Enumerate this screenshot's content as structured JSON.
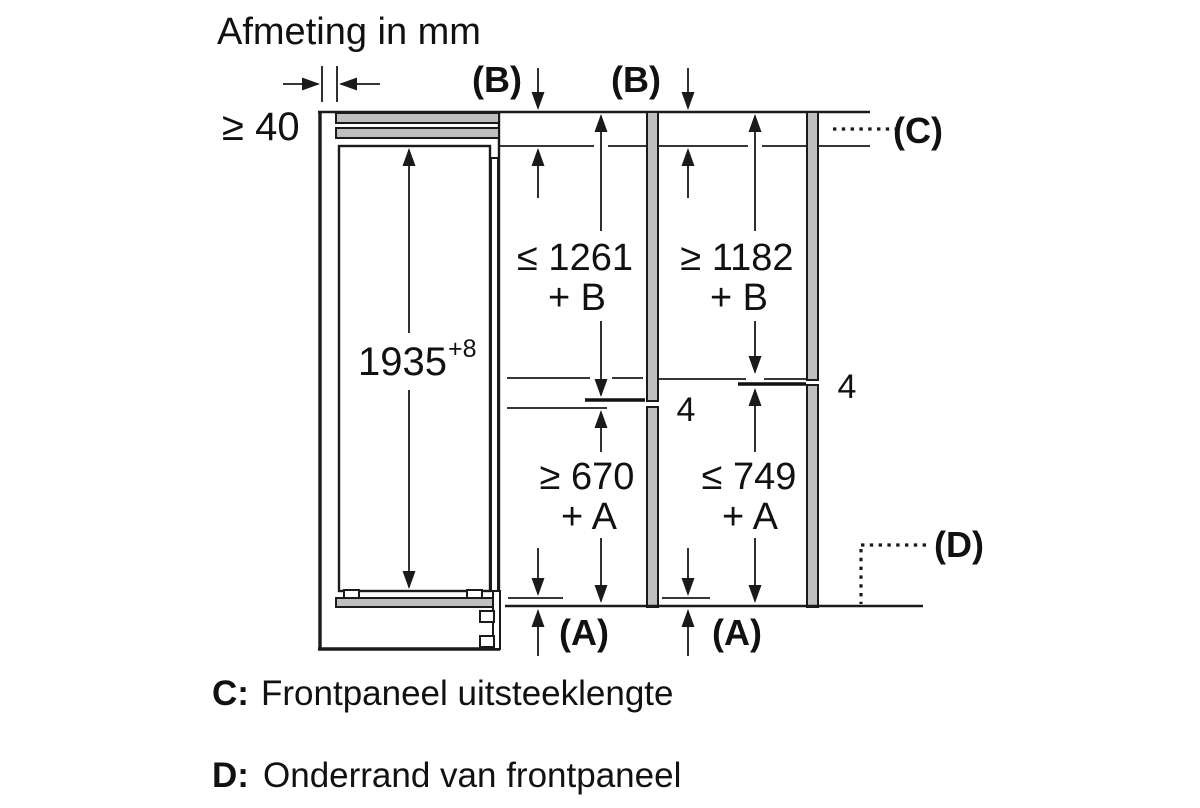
{
  "title": "Afmeting in mm",
  "labels": {
    "rear_clearance": "≥ 40",
    "b_left": "(B)",
    "b_right": "(B)",
    "c": "(C)",
    "d": "(D)",
    "a_left": "(A)",
    "a_right": "(A)",
    "gap_left": "4",
    "gap_right": "4"
  },
  "dimensions": {
    "niche_height": "1935",
    "niche_height_tol": "+8",
    "left_top_max": "≤ 1261",
    "left_top_suffix": "+ B",
    "right_top_min": "≥ 1182",
    "right_top_suffix": "+ B",
    "left_bottom_min": "≥ 670",
    "left_bottom_suffix": "+ A",
    "right_bottom_max": "≤ 749",
    "right_bottom_suffix": "+ A"
  },
  "notes": {
    "c_key": "C:",
    "c_text": "Frontpaneel uitsteeklengte",
    "d_key": "D:",
    "d_text": "Onderrand van frontpaneel"
  },
  "colors": {
    "line": "#1a1a1a",
    "panel_fill": "#bfbfbf",
    "background": "#ffffff"
  }
}
